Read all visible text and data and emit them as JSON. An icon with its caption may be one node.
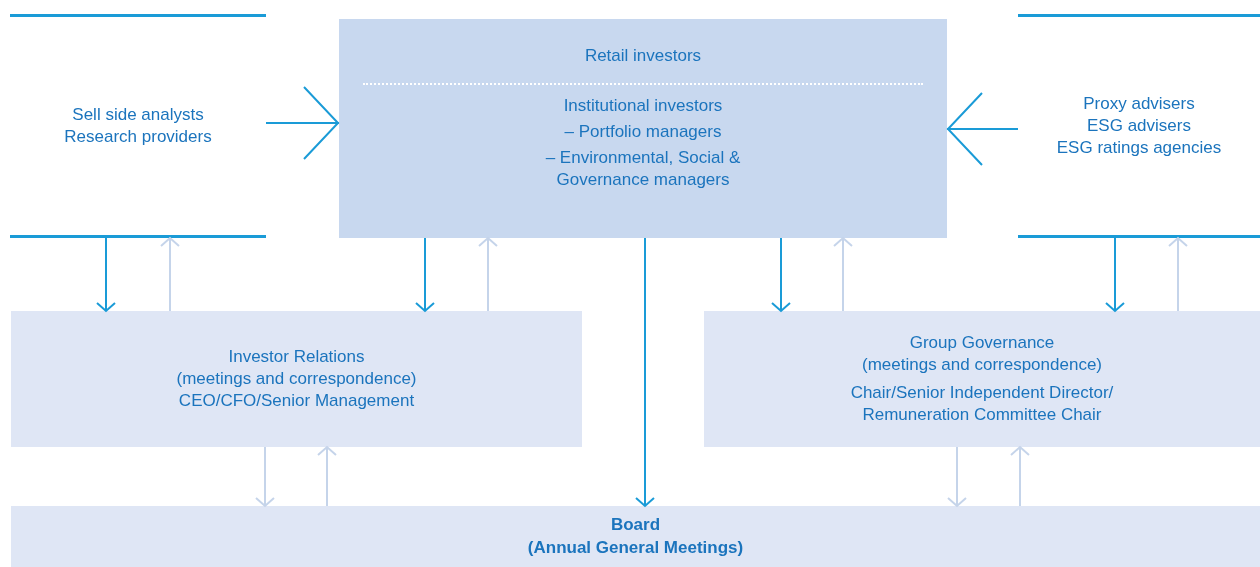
{
  "diagram": {
    "nodes": [
      {
        "text": [
          "Sell side analysts",
          "Research providers"
        ]
      },
      {
        "text": [
          "Retail investors",
          "Institutional investors",
          "– Portfolio managers",
          "– Environmental, Social & Governance managers"
        ]
      },
      {
        "text": [
          "Proxy advisers",
          "ESG advisers",
          "ESG ratings agencies"
        ]
      },
      {
        "text": [
          "Investor Relations",
          "(meetings and correspondence)",
          "CEO/CFO/Senior Management"
        ]
      },
      {
        "text": [
          "Group Governance",
          "(meetings and correspondence)",
          "Chair/Senior Independent Director/ Remuneration Committee Chair"
        ]
      },
      {
        "text": [
          "Board",
          "(Annual General Meetings)"
        ]
      }
    ],
    "edges": [
      {
        "from": 0,
        "to": 1,
        "arrow": "to",
        "color": "#1a9bd7"
      },
      {
        "from": 2,
        "to": 1,
        "arrow": "to",
        "color": "#1a9bd7"
      },
      {
        "from": 0,
        "to": 3,
        "arrow": "to",
        "color": "#1a9bd7"
      },
      {
        "from": 3,
        "to": 0,
        "arrow": "to"
      },
      {
        "from": 1,
        "to": 3,
        "arrow": "to",
        "color": "#1a9bd7"
      },
      {
        "from": 3,
        "to": 1,
        "arrow": "to"
      },
      {
        "from": 1,
        "to": 5,
        "arrow": "to",
        "color": "#1a9bd7"
      },
      {
        "from": 1,
        "to": 4,
        "arrow": "to",
        "color": "#1a9bd7"
      },
      {
        "from": 4,
        "to": 1,
        "arrow": "to"
      },
      {
        "from": 2,
        "to": 4,
        "arrow": "to",
        "color": "#1a9bd7"
      },
      {
        "from": 4,
        "to": 2,
        "arrow": "to"
      },
      {
        "from": 3,
        "to": 5,
        "arrow": "to"
      },
      {
        "from": 5,
        "to": 3,
        "arrow": "to"
      },
      {
        "from": 4,
        "to": 5,
        "arrow": "to"
      },
      {
        "from": 5,
        "to": 4,
        "arrow": "to"
      }
    ]
  }
}
